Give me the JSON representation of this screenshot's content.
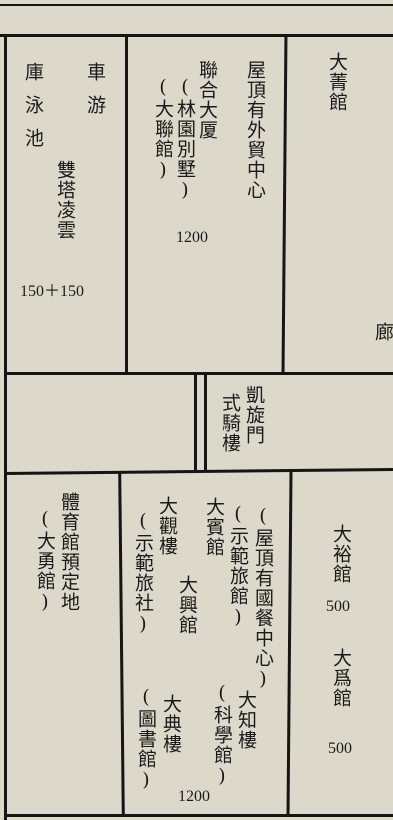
{
  "top_section": {
    "garage_pool": {
      "line_right": "車游",
      "line_left": "庫泳池"
    },
    "twin_towers": "雙塔凌雲",
    "twin_towers_size": "150＋150",
    "lianhe_building": {
      "col_right": "聯合大厦",
      "col_mid": "(林園別墅)",
      "col_left": "(大聯館)"
    },
    "lianhe_size": "1200",
    "rooftop_trade": "屋頂有外貿中心",
    "daqing_hall": "大菁館",
    "corridor": "廊"
  },
  "middle_section": {
    "triumphal_arch": {
      "col_right": "凱旋門",
      "col_left": "式騎樓"
    }
  },
  "bottom_section": {
    "stadium_site": {
      "col_right": "體育館預定地",
      "col_left": "(大勇館)"
    },
    "daguan_building": {
      "col_right": "大觀樓",
      "col_left": "(示範旅社)"
    },
    "daxing_hall": "大興館",
    "dabin_hall": {
      "col_right": "大賓館",
      "col_left": "(示範旅館)"
    },
    "rooftop_restaurant": "(屋頂有國餐中心)",
    "dadian_building": {
      "col_right": "大典樓",
      "col_left": "(圖書館)"
    },
    "dazhi_building": {
      "col_right": "大知樓",
      "col_left": "(科學館)"
    },
    "dayu_hall": "大裕館",
    "dayu_size": "500",
    "dawei_hall": "大爲館",
    "dawei_size": "500",
    "bottom_size": "1200"
  }
}
